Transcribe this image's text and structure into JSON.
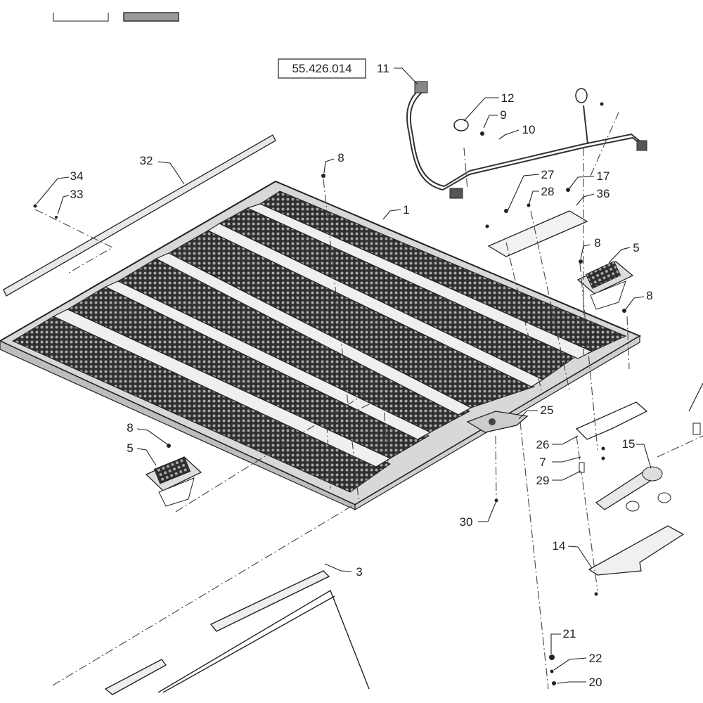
{
  "diagram": {
    "reference_box": "55.426.014",
    "legend_swatch_colors": [
      "#ffffff",
      "#9a9a9a"
    ],
    "callouts": {
      "c11": "11",
      "c12": "12",
      "c9": "9",
      "c10": "10",
      "c27": "27",
      "c28": "28",
      "c17": "17",
      "c36": "36",
      "c32": "32",
      "c34": "34",
      "c33": "33",
      "c8a": "8",
      "c1": "1",
      "c8b": "8",
      "c5a": "5",
      "c8c": "8",
      "c8d": "8",
      "c5b": "5",
      "c25": "25",
      "c26": "26",
      "c7": "7",
      "c29": "29",
      "c15": "15",
      "c30": "30",
      "c14": "14",
      "c3": "3",
      "c21": "21",
      "c22": "22",
      "c20": "20"
    }
  }
}
